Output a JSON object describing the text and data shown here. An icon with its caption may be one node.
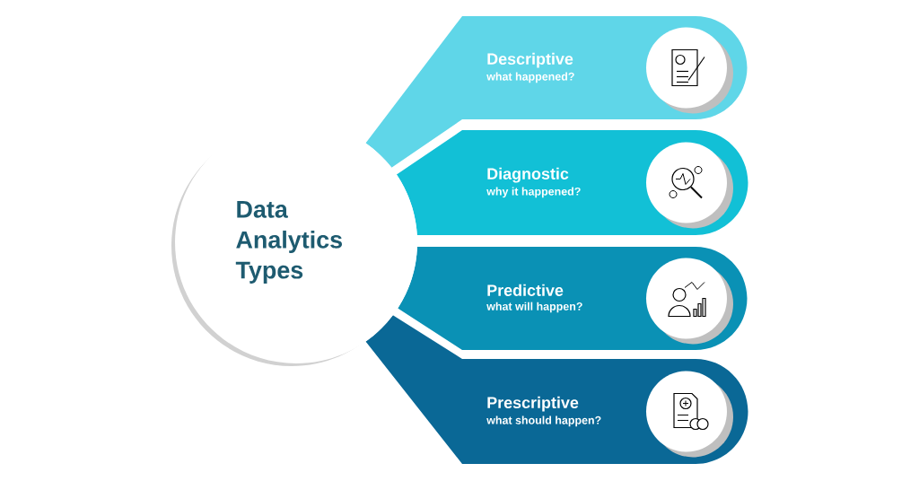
{
  "diagram": {
    "nodes": [
      {
        "text": [
          "Data Analytics Types"
        ]
      },
      {
        "text": [
          "Descriptive",
          "what happened?"
        ]
      },
      {
        "text": [
          "Diagnostic",
          "why it happened?"
        ]
      },
      {
        "text": [
          "Predictive",
          "what will happen?"
        ]
      },
      {
        "text": [
          "Prescriptive",
          "what should happen?"
        ]
      }
    ]
  }
}
